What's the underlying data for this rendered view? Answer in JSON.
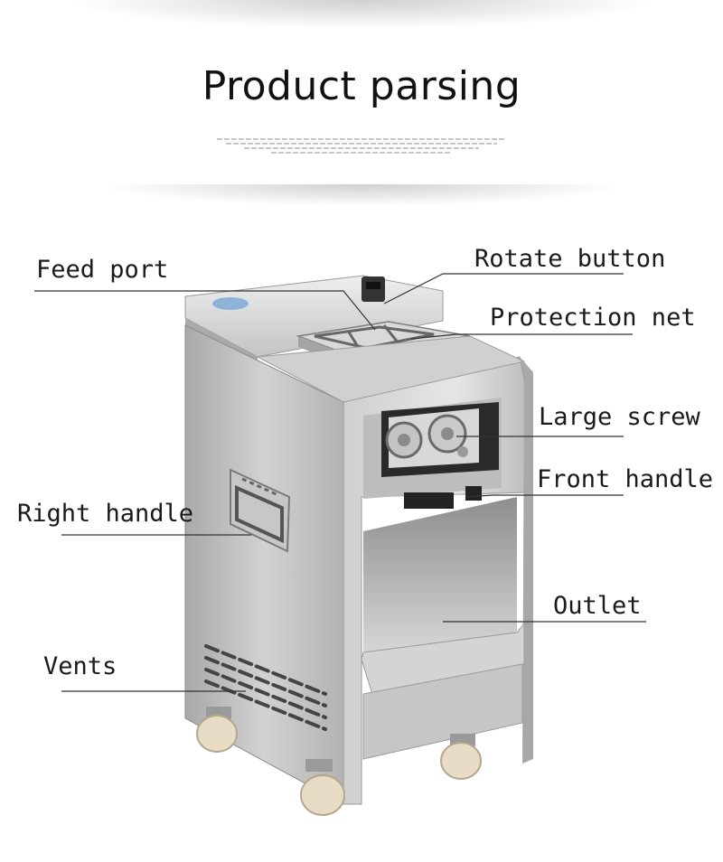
{
  "title": "Product parsing",
  "labels": {
    "feed_port": "Feed port",
    "rotate_button": "Rotate button",
    "protection_net": "Protection net",
    "large_screw": "Large screw",
    "front_handle": "Front handle",
    "right_handle": "Right handle",
    "outlet": "Outlet",
    "vents": "Vents"
  },
  "colors": {
    "steel_light": "#dcdcdc",
    "steel_mid": "#b9b9b9",
    "steel_dark": "#8d8d8d",
    "window_dark": "#2b2b2b",
    "wheel": "#e9dcc6",
    "line": "#333333"
  },
  "icons": {
    "machine": "meat-cutting-machine-photo"
  }
}
